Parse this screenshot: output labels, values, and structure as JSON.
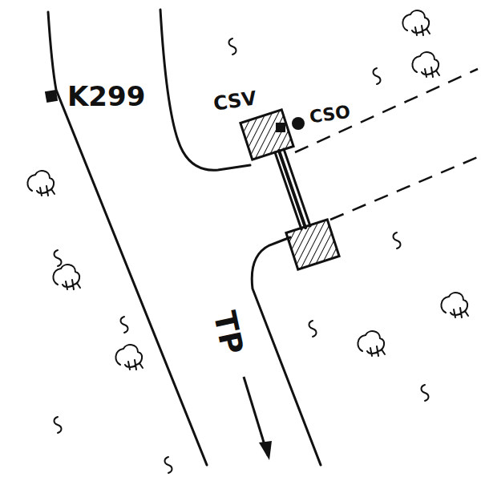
{
  "diagram": {
    "labels": [
      "K299",
      "CSV",
      "CSO",
      "TP"
    ]
  }
}
